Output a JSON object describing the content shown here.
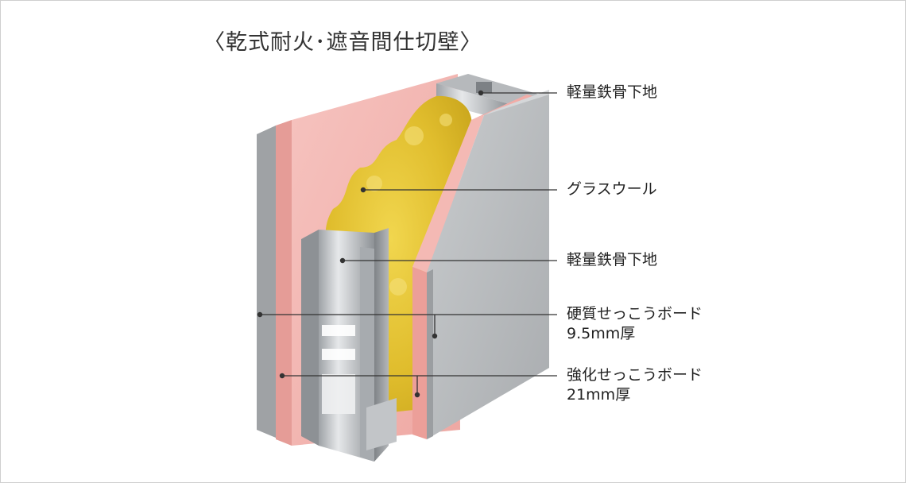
{
  "title": "〈乾式耐火･遮音間仕切壁〉",
  "labels": {
    "stud_top": "軽量鉄骨下地",
    "glass_wool": "グラスウール",
    "stud_mid": "軽量鉄骨下地",
    "hard_board_line1": "硬質せっこうボード",
    "hard_board_line2": "9.5mm厚",
    "strong_board_line1": "強化せっこうボード",
    "strong_board_line2": "21mm厚"
  },
  "colors": {
    "gray_board": "#b9bcbe",
    "pink_board": "#f3b6b2",
    "glass_wool": "#e3c436",
    "steel": "#c6c9cc"
  }
}
